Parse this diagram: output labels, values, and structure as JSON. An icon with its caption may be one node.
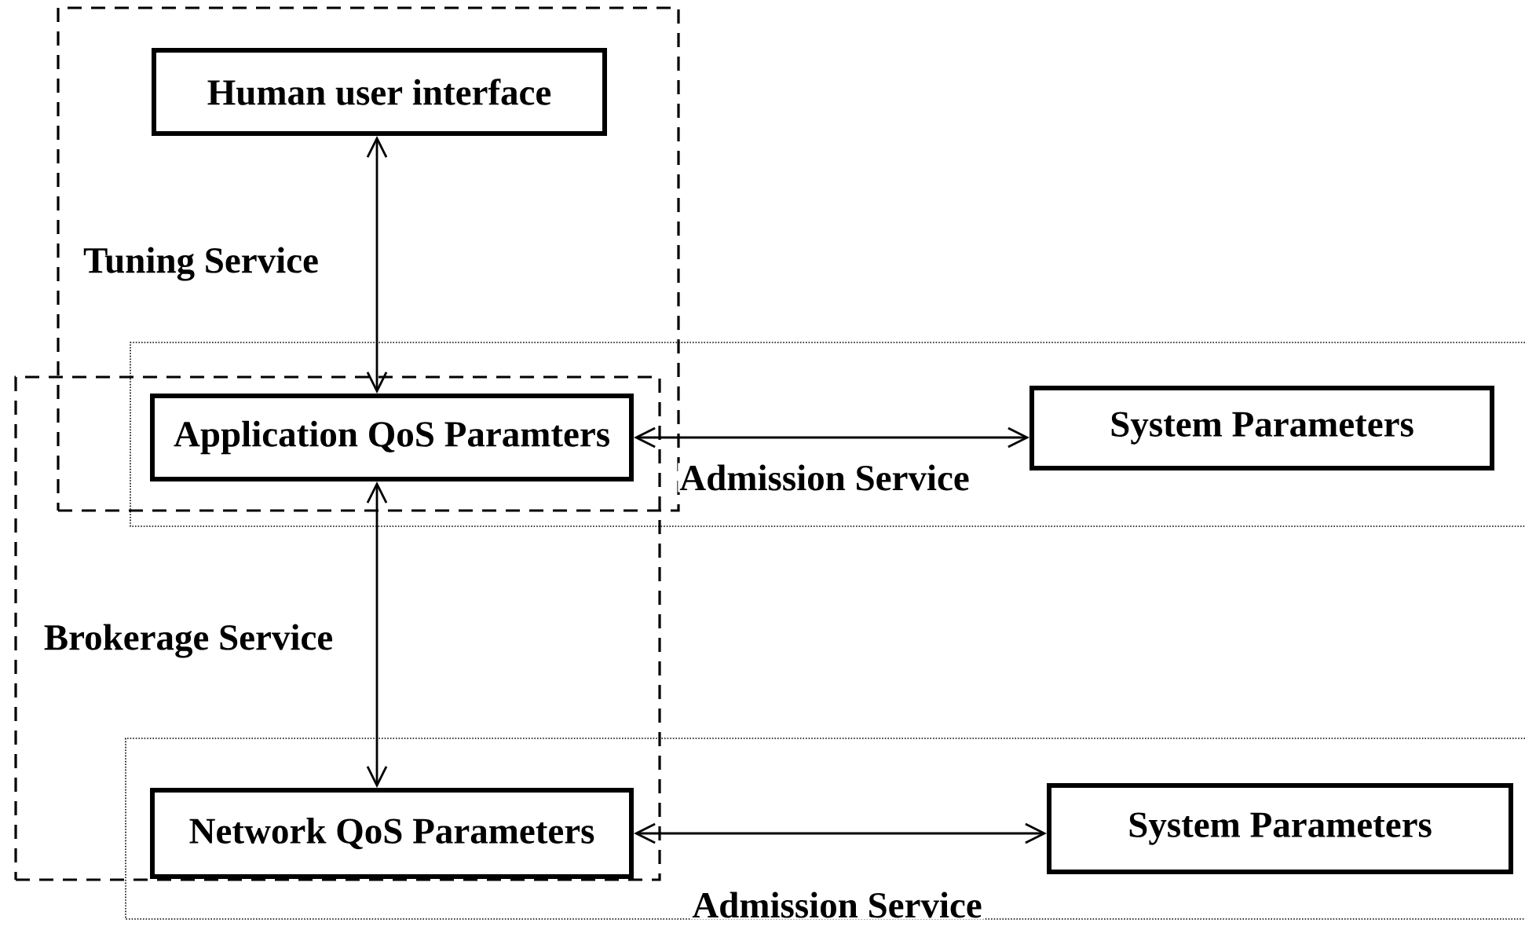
{
  "diagram": {
    "nodes": [
      {
        "text": [
          "Tuning Service"
        ]
      },
      {
        "text": [
          "Brokerage Service"
        ]
      },
      {
        "text": [
          "Human user interface"
        ],
        "in": 0
      },
      {
        "text": [
          "Application QoS Paramters"
        ]
      },
      {
        "text": [
          "System Parameters"
        ]
      },
      {
        "text": [
          "Network QoS Parameters"
        ],
        "in": 1
      },
      {
        "text": [
          "System Parameters"
        ]
      }
    ],
    "edges": [
      {
        "from": 2,
        "to": 3,
        "arrow": "both"
      },
      {
        "from": 3,
        "to": 4,
        "arrow": "both",
        "label": "Admission Service"
      },
      {
        "from": 3,
        "to": 5,
        "arrow": "both"
      },
      {
        "from": 5,
        "to": 6,
        "arrow": "both",
        "label": "Admission Service"
      }
    ]
  }
}
